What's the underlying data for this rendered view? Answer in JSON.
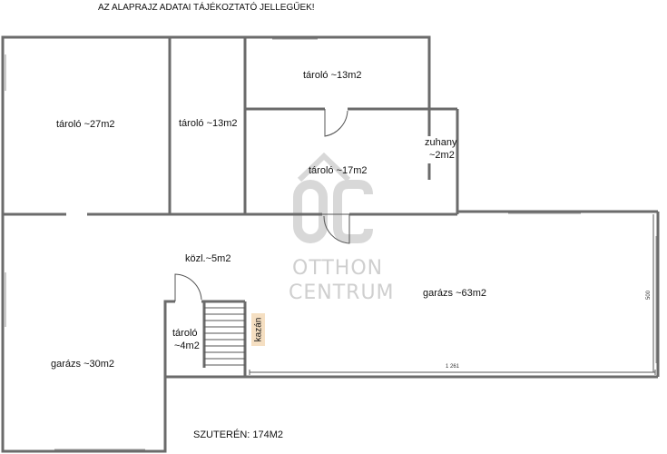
{
  "header": {
    "disclaimer": "AZ ALAPRAJZ ADATAI TÁJÉKOZTATÓ JELLEGŰEK!"
  },
  "rooms": [
    {
      "label": "tároló ~27m2"
    },
    {
      "label": "tároló ~13m2"
    },
    {
      "label": "tároló ~13m2"
    },
    {
      "label": "tároló ~17m2"
    },
    {
      "label": "zuhany"
    },
    {
      "label": "~2m2"
    },
    {
      "label": "közl.~5m2"
    },
    {
      "label": "garázs ~63m2"
    },
    {
      "label": "tároló"
    },
    {
      "label": "~4m2"
    },
    {
      "label": "garázs ~30m2"
    }
  ],
  "fixtures": {
    "boiler": "kazán"
  },
  "dimensions": {
    "width": "1 261",
    "depth": "500"
  },
  "footer": {
    "floor_area": "SZUTERÉN: 174M2"
  },
  "watermark": {
    "line1": "OTTHON",
    "line2": "CENTRUM",
    "mark": "OC"
  },
  "colors": {
    "walls": "#666666",
    "watermark": "#d6d6d6",
    "boiler_fill": "#f5dfc2"
  }
}
